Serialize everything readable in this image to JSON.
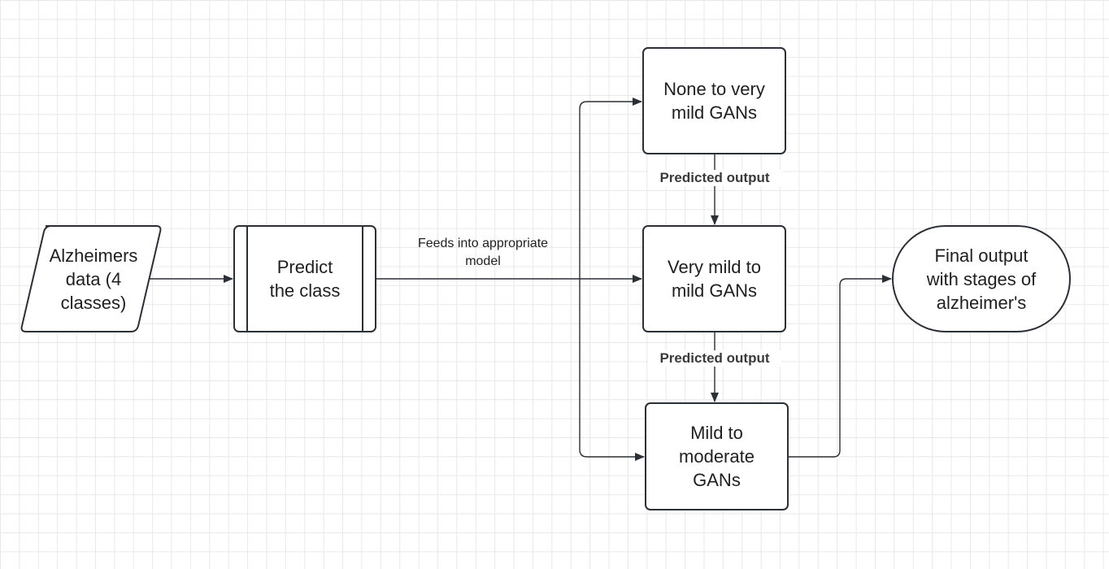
{
  "nodes": {
    "input_data": "Alzheimers\ndata (4\nclasses)",
    "predict": "Predict\nthe class",
    "none_to_very_mild": "None to very\nmild GANs",
    "very_mild_to_mild": "Very mild to\nmild GANs",
    "mild_to_moderate": "Mild to\nmoderate\nGANs",
    "final_output": "Final output\nwith stages of\nalzheimer's"
  },
  "edge_labels": {
    "feeds": "Feeds into appropriate\nmodel",
    "predicted_1": "Predicted output",
    "predicted_2": "Predicted output"
  },
  "colors": {
    "stroke": "#2b2f36",
    "fill": "#ffffff",
    "grid": "#e8e8e8"
  }
}
